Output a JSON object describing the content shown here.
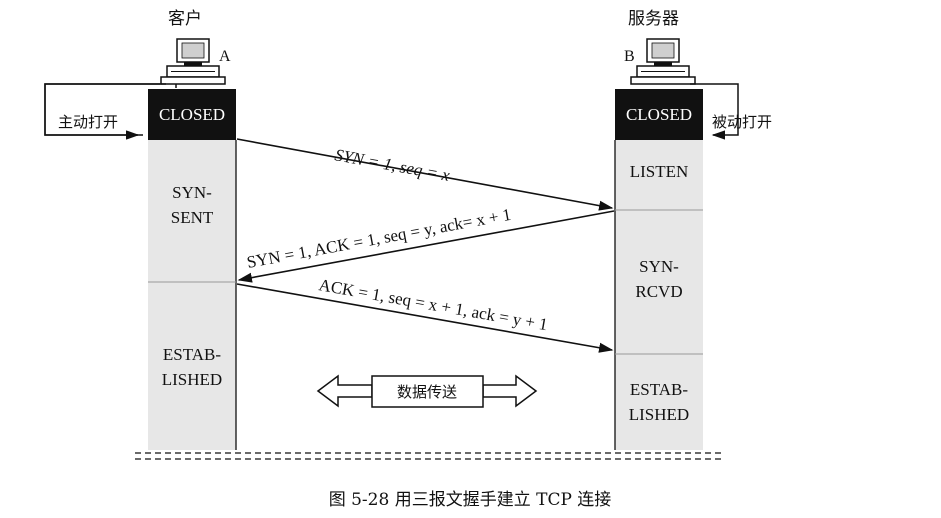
{
  "client": {
    "label": "客户",
    "letter": "A",
    "open_action": "主动打开"
  },
  "server": {
    "label": "服务器",
    "letter": "B",
    "open_action": "被动打开"
  },
  "closed_label": "CLOSED",
  "client_states": {
    "syn_sent": [
      "SYN-",
      "SENT"
    ],
    "established": [
      "ESTAB-",
      "LISHED"
    ]
  },
  "server_states": {
    "listen": "LISTEN",
    "syn_rcvd": [
      "SYN-",
      "RCVD"
    ],
    "established": [
      "ESTAB-",
      "LISHED"
    ]
  },
  "messages": [
    {
      "label": "SYN = 1, seq = x",
      "direction": "client-to-server"
    },
    {
      "label": "SYN = 1, ACK = 1, seq = y, ack= x + 1",
      "direction": "server-to-client"
    },
    {
      "label": "ACK = 1, seq = x + 1, ack = y + 1",
      "direction": "client-to-server"
    }
  ],
  "data_transfer": "数据传送",
  "caption": "图 5-28 用三报文握手建立 TCP 连接",
  "colors": {
    "state_fill": "#e7e7e7",
    "closed_fill": "#111111",
    "line": "#111111"
  }
}
